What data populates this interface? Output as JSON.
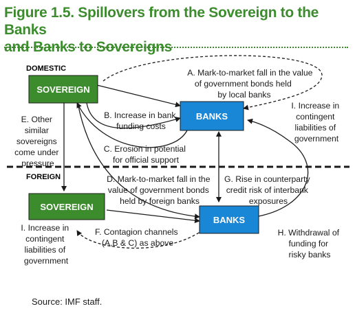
{
  "figure": {
    "title_line1": "Figure 1.5.  Spillovers from the Sovereign to the Banks",
    "title_line2": "and Banks to Sovereigns"
  },
  "regions": {
    "domestic": "DOMESTIC",
    "foreign": "FOREIGN"
  },
  "nodes": {
    "domestic_sovereign": "SOVEREIGN",
    "domestic_banks": "BANKS",
    "foreign_sovereign": "SOVEREIGN",
    "foreign_banks": "BANKS"
  },
  "labels": {
    "a": [
      "A. Mark-to-market fall in the value",
      "of government bonds held",
      "by local banks"
    ],
    "b": [
      "B. Increase in bank",
      "funding costs"
    ],
    "c": [
      "C. Erosion in potential",
      "for official support"
    ],
    "d": [
      "D. Mark-to-market fall in the",
      "value of government bonds",
      "held  by foreign banks"
    ],
    "e": [
      "E. Other",
      "similar",
      "sovereigns",
      "come under",
      "pressure"
    ],
    "f": [
      "F. Contagion channels",
      "(A,B & C) as above"
    ],
    "g": [
      "G. Rise in counterparty",
      "credit risk of interbank",
      "exposures"
    ],
    "h": [
      "H. Withdrawal of",
      "funding for",
      "risky banks"
    ],
    "i_domestic": [
      "I. Increase in",
      "contingent",
      "liabilities of",
      "government"
    ],
    "i_foreign": [
      "I. Increase in",
      "contingent",
      "liabilities of",
      "government"
    ]
  },
  "source": "Source: IMF staff.",
  "colors": {
    "title_green": "#3c8c2e",
    "sovereign_box": "#3c8c2e",
    "banks_box": "#1a86d6",
    "arrow": "#1a1a1a"
  }
}
